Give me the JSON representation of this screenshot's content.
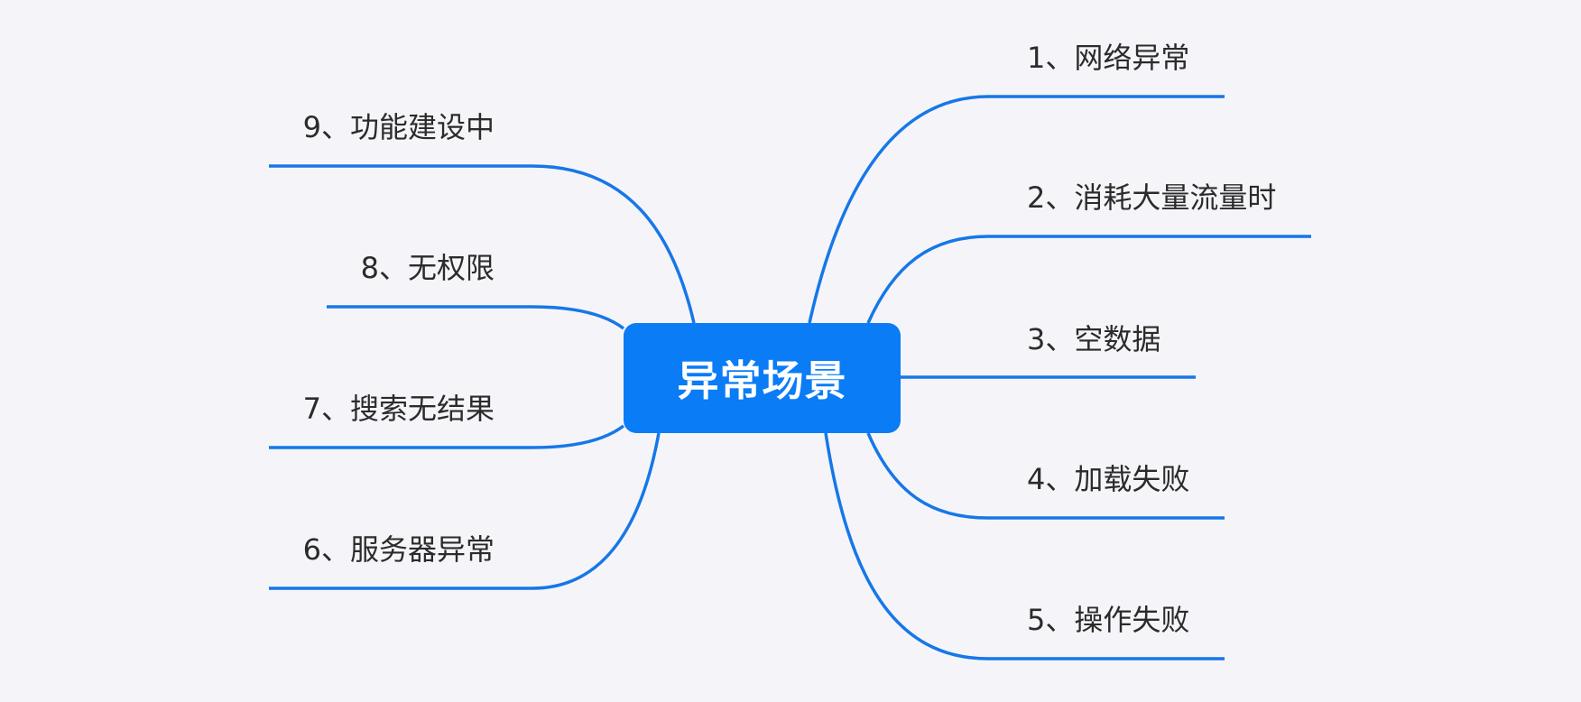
{
  "diagram": {
    "root": "异常场景",
    "branches": [
      {
        "side": "right",
        "label": "1、网络异常"
      },
      {
        "side": "right",
        "label": "2、消耗大量流量时"
      },
      {
        "side": "right",
        "label": "3、空数据"
      },
      {
        "side": "right",
        "label": "4、加载失败"
      },
      {
        "side": "right",
        "label": "5、操作失败"
      },
      {
        "side": "left",
        "label": "6、服务器异常"
      },
      {
        "side": "left",
        "label": "7、搜索无结果"
      },
      {
        "side": "left",
        "label": "8、无权限"
      },
      {
        "side": "left",
        "label": "9、功能建设中"
      }
    ],
    "colors": {
      "root_fill": "#0a7cf6",
      "link": "#1677e8",
      "background": "#f5f5f9",
      "label_text": "#2b2b2b"
    }
  }
}
